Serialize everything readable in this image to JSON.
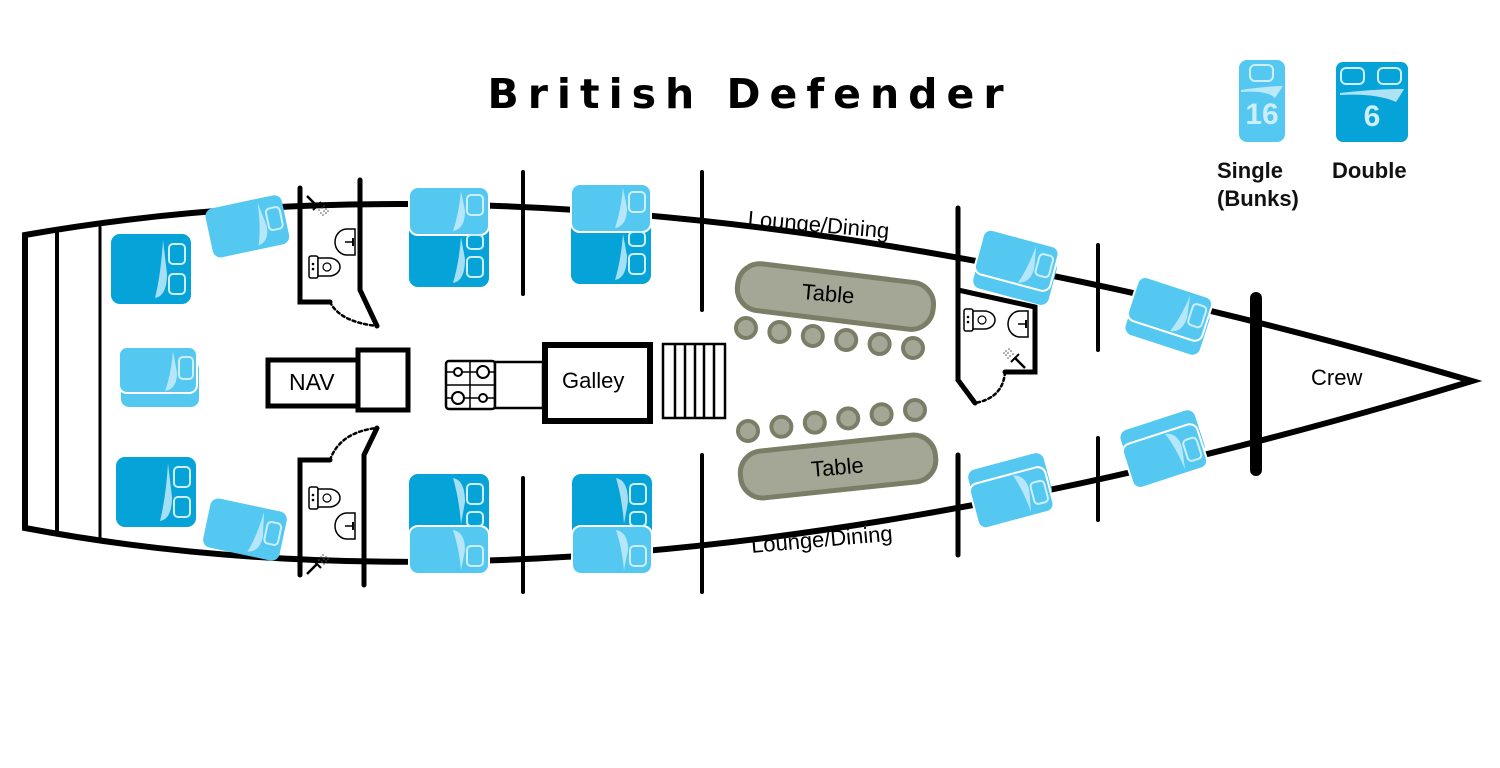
{
  "title": "British Defender",
  "legend": {
    "single": {
      "label_line1": "Single",
      "label_line2": "(Bunks)",
      "count": "16",
      "color": "#55c8f2"
    },
    "double": {
      "label": "Double",
      "count": "6",
      "color": "#06a3d8"
    }
  },
  "rooms": {
    "nav": "NAV",
    "galley": "Galley",
    "lounge_top": "Lounge/Dining",
    "lounge_bottom": "Lounge/Dining",
    "table_top": "Table",
    "table_bottom": "Table",
    "crew": "Crew"
  },
  "colors": {
    "single_bed": "#55c8f2",
    "double_bed": "#06a3d8",
    "table_fill": "#a4a796",
    "table_stroke": "#7b7d67",
    "wall": "#000000"
  },
  "counts": {
    "stools_per_table": 6
  }
}
